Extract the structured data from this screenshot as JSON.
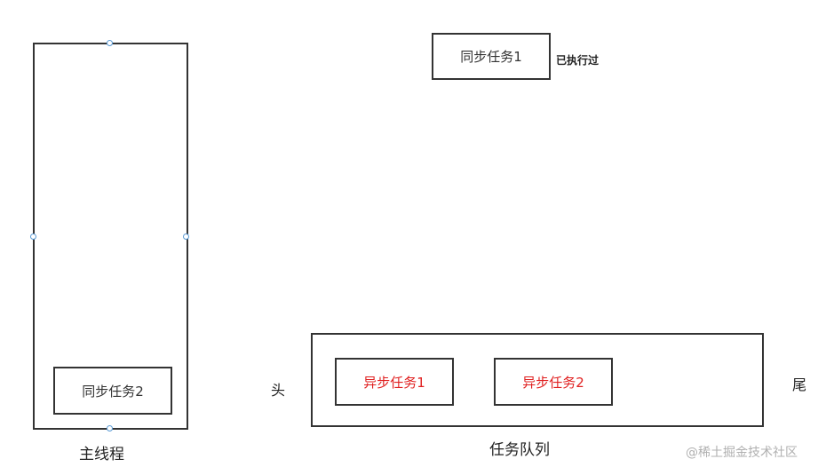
{
  "main_thread": {
    "label": "主线程",
    "tasks": [
      {
        "text": "同步任务2",
        "color": "#333333"
      }
    ]
  },
  "executed": {
    "task": {
      "text": "同步任务1",
      "color": "#333333"
    },
    "note": "已执行过"
  },
  "task_queue": {
    "label": "任务队列",
    "head_label": "头",
    "tail_label": "尾",
    "tasks": [
      {
        "text": "异步任务1",
        "color": "#e02020"
      },
      {
        "text": "异步任务2",
        "color": "#e02020"
      }
    ]
  },
  "watermark": "@稀土掘金技术社区",
  "colors": {
    "stroke": "#333333",
    "async_text": "#e02020",
    "selection_handle": "#5b9bd5"
  }
}
